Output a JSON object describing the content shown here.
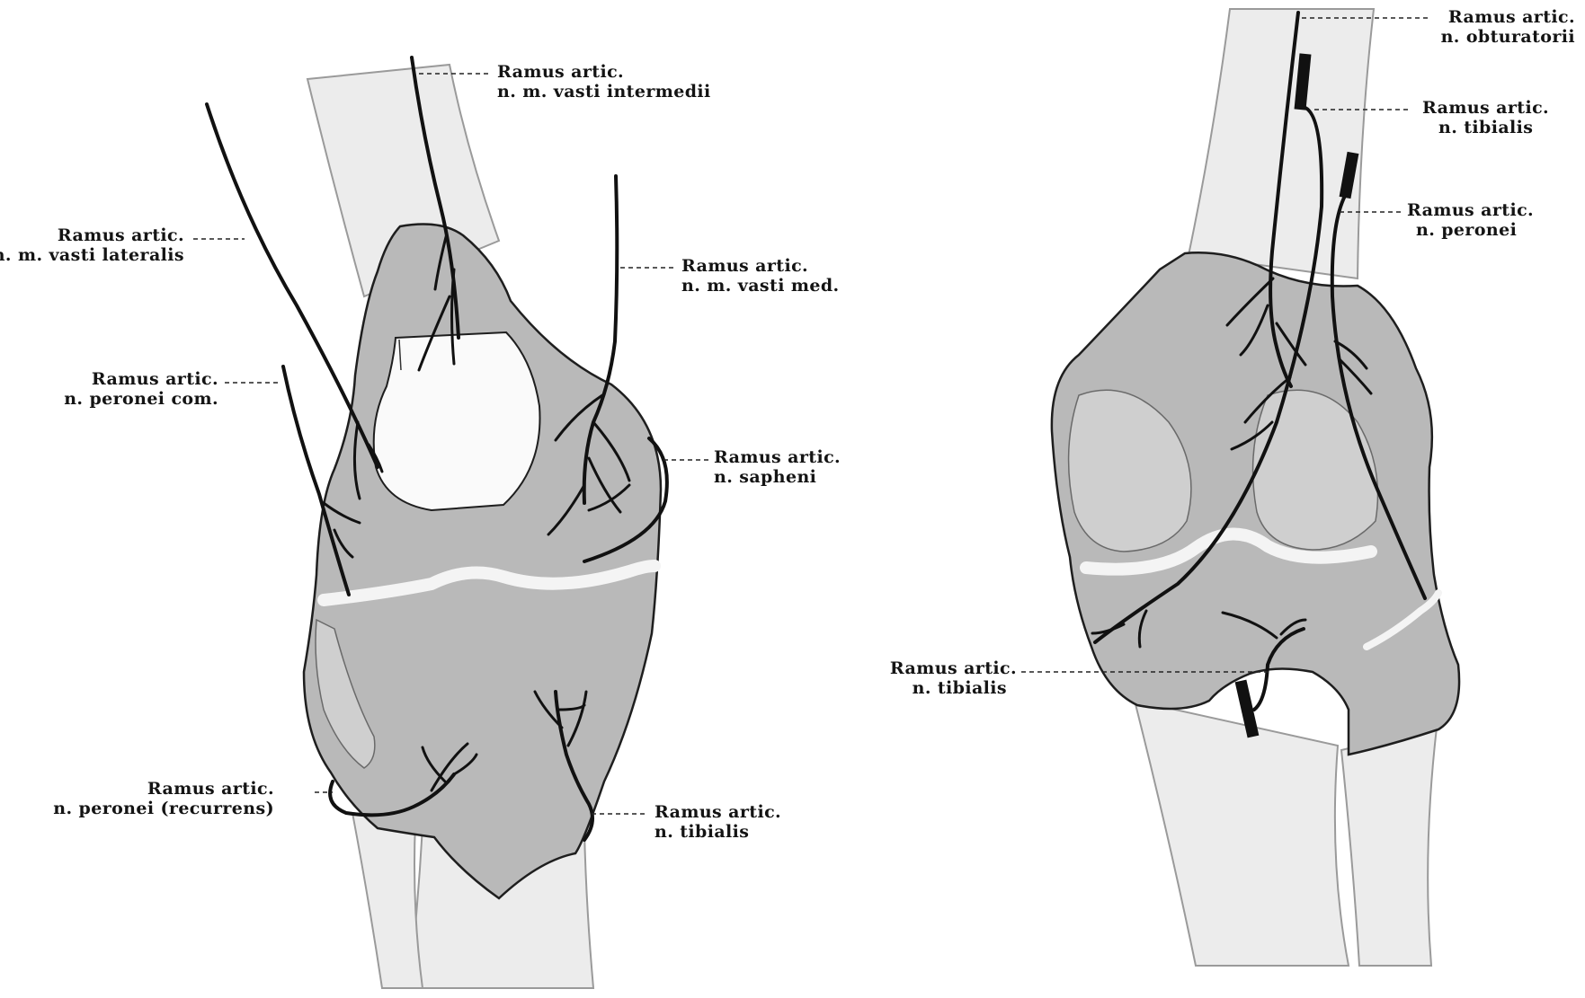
{
  "figure": {
    "labels": {
      "vasti_intermedii": {
        "line1": "Ramus artic.",
        "line2": "n. m. vasti intermedii"
      },
      "vasti_lateralis": {
        "line1": "Ramus artic.",
        "line2": "n. m. vasti lateralis"
      },
      "vasti_med": {
        "line1": "Ramus artic.",
        "line2": "n. m. vasti med."
      },
      "peronei_com": {
        "line1": "Ramus artic.",
        "line2": "n. peronei com."
      },
      "sapheni": {
        "line1": "Ramus artic.",
        "line2": "n. sapheni"
      },
      "peronei_recurrens": {
        "line1": "Ramus artic.",
        "line2": "n. peronei (recurrens)"
      },
      "tibialis_anterior": {
        "line1": "Ramus artic.",
        "line2": "n. tibialis"
      },
      "obturatorii": {
        "line1": "Ramus artic.",
        "line2": "n. obturatorii"
      },
      "tibialis_upper": {
        "line1": "Ramus artic.",
        "line2": "n. tibialis"
      },
      "peronei_posterior": {
        "line1": "Ramus artic.",
        "line2": "n. peronei"
      },
      "tibialis_lower": {
        "line1": "Ramus artic.",
        "line2": "n. tibialis"
      }
    }
  }
}
